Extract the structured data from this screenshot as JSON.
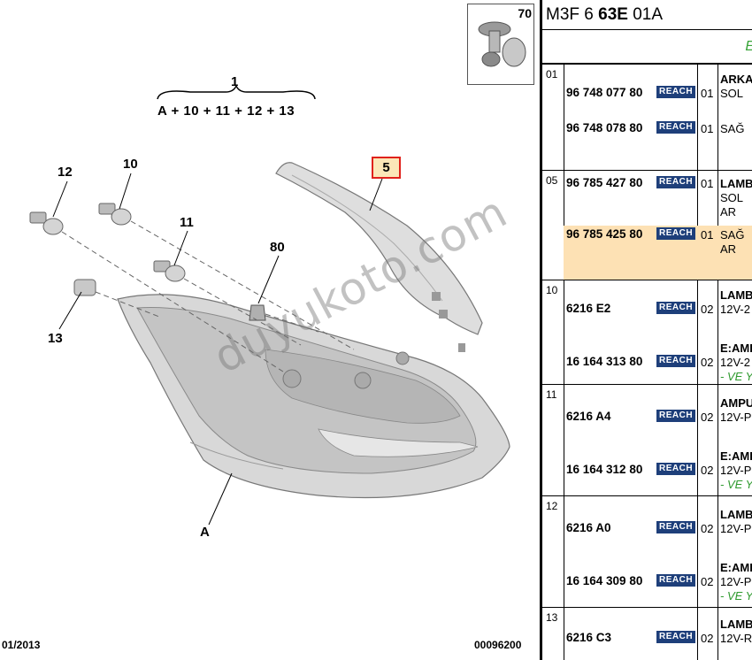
{
  "diagram": {
    "callout_1": "1",
    "formula": "A + 10 + 11 + 12 + 13",
    "callout_12": "12",
    "callout_10": "10",
    "callout_11": "11",
    "callout_80": "80",
    "callout_13": "13",
    "callout_A": "A",
    "callout_5": "5",
    "thumb_number": "70",
    "footer_date": "01/2013",
    "footer_code": "00096200",
    "watermark": "duyukoto.com"
  },
  "parts_panel": {
    "ref_prefix": "M3F 6",
    "ref_bold": "63E",
    "ref_suffix": "01A",
    "subheader": "E",
    "reach_label": "REACH",
    "groups": [
      {
        "num": "01",
        "rows": [
          {
            "pn": "96 748 077 80",
            "qty": "01",
            "desc": [
              "ARKA",
              "SOL"
            ]
          },
          {
            "pn": "96 748 078 80",
            "qty": "01",
            "desc": [
              "SAĞ"
            ]
          }
        ]
      },
      {
        "num": "05",
        "rows": [
          {
            "pn": "96 785 427 80",
            "qty": "01",
            "desc": [
              "LAMB",
              "SOL",
              "AR"
            ]
          },
          {
            "pn": "96 785 425 80",
            "qty": "01",
            "desc": [
              "SAĞ",
              "AR"
            ]
          }
        ]
      },
      {
        "num": "10",
        "rows": [
          {
            "pn": "6216 E2",
            "qty": "02",
            "desc": [
              "LAMB",
              "12V-2"
            ]
          },
          {
            "pn": "16 164 313 80",
            "qty": "02",
            "desc": [
              "E:AMI",
              "12V-2",
              "- VE Y"
            ]
          }
        ]
      },
      {
        "num": "11",
        "rows": [
          {
            "pn": "6216 A4",
            "qty": "02",
            "desc": [
              "AMPU",
              "12V-P"
            ]
          },
          {
            "pn": "16 164 312 80",
            "qty": "02",
            "desc": [
              "E:AMI",
              "12V-P",
              "- VE Y"
            ]
          }
        ]
      },
      {
        "num": "12",
        "rows": [
          {
            "pn": "6216 A0",
            "qty": "02",
            "desc": [
              "LAMB",
              "12V-P"
            ]
          },
          {
            "pn": "16 164 309 80",
            "qty": "02",
            "desc": [
              "E:AMI",
              "12V-P",
              "- VE Y"
            ]
          }
        ]
      },
      {
        "num": "13",
        "rows": [
          {
            "pn": "6216 C3",
            "qty": "02",
            "desc": [
              "LAMB",
              "12V-R"
            ]
          }
        ]
      }
    ]
  }
}
